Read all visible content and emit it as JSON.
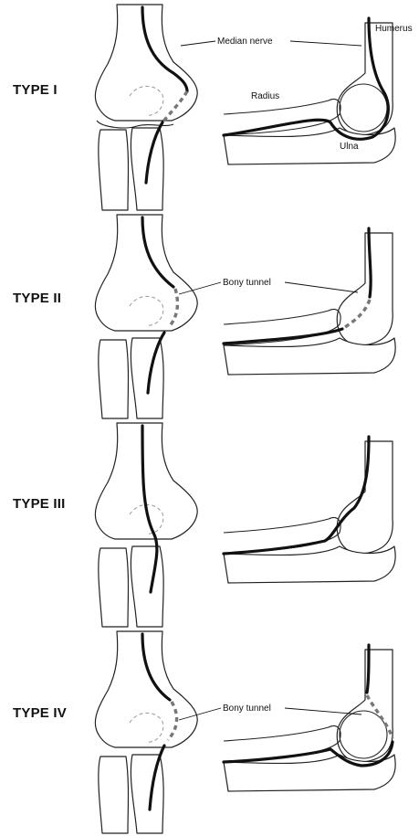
{
  "panels": [
    {
      "label": "TYPE I"
    },
    {
      "label": "TYPE II"
    },
    {
      "label": "TYPE III"
    },
    {
      "label": "TYPE IV"
    }
  ],
  "annotations": {
    "median_nerve": "Median nerve",
    "humerus": "Humerus",
    "radius": "Radius",
    "ulna": "Ulna",
    "bony_tunnel": "Bony tunnel"
  }
}
